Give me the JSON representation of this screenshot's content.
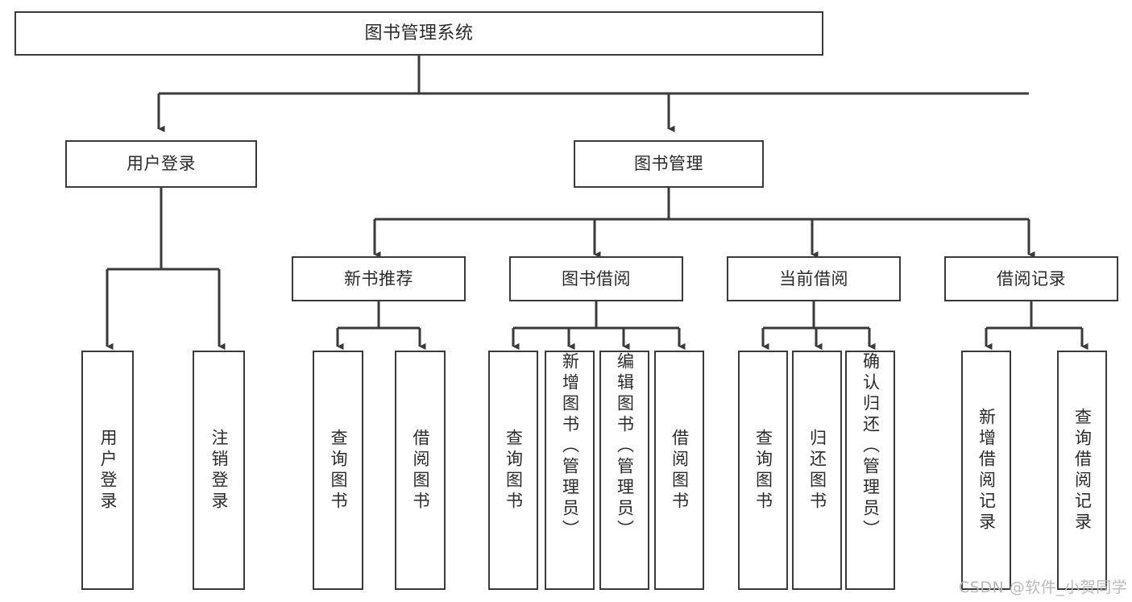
{
  "diagram": {
    "title": "图书管理系统",
    "type": "tree-hierarchy",
    "stroke_color": "#3a3a3a",
    "text_color": "#2b2b2b",
    "background_color": "#ffffff",
    "watermark": "CSDN @软件_小贺同学"
  },
  "nodes": {
    "root": {
      "label": "图书管理系统"
    },
    "level1": [
      {
        "label": "用户登录"
      },
      {
        "label": "图书管理"
      }
    ],
    "level2": [
      {
        "label": "新书推荐"
      },
      {
        "label": "图书借阅"
      },
      {
        "label": "当前借阅"
      },
      {
        "label": "借阅记录"
      }
    ],
    "leaves": {
      "user_login": [
        {
          "label": "用户登录"
        },
        {
          "label": "注销登录"
        }
      ],
      "new_book_recommend": [
        {
          "label": "查询图书"
        },
        {
          "label": "借阅图书"
        }
      ],
      "book_borrow": [
        {
          "label": "查询图书"
        },
        {
          "label": "新增图书（管理员）"
        },
        {
          "label": "编辑图书（管理员）"
        },
        {
          "label": "借阅图书"
        }
      ],
      "current_borrow": [
        {
          "label": "查询图书"
        },
        {
          "label": "归还图书"
        },
        {
          "label": "确认归还（管理员）"
        }
      ],
      "borrow_record": [
        {
          "label": "新增借阅记录"
        },
        {
          "label": "查询借阅记录"
        }
      ]
    }
  }
}
